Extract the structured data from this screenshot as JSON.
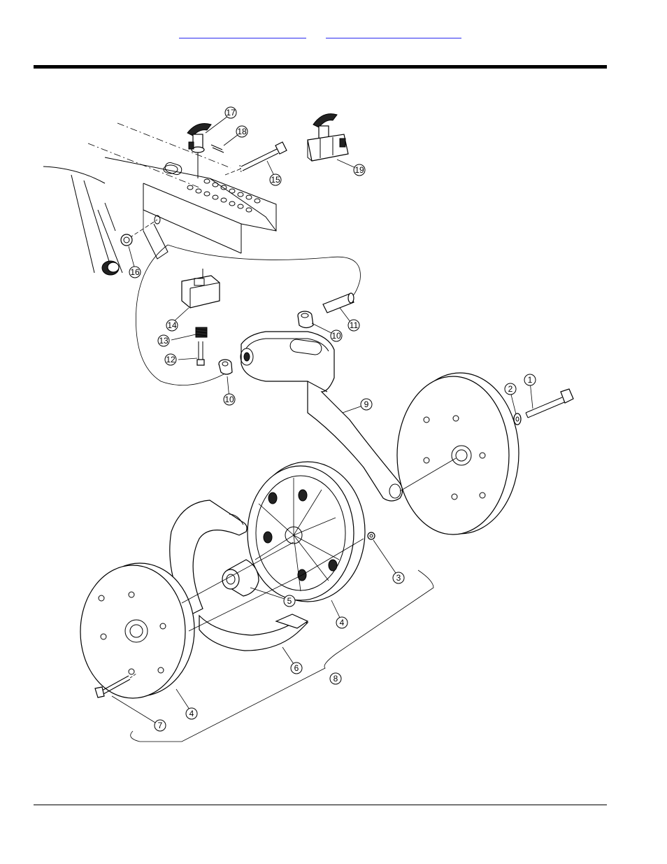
{
  "header": {
    "link_a": "",
    "link_b": ""
  },
  "callouts": [
    {
      "id": "c1",
      "label": "1"
    },
    {
      "id": "c2",
      "label": "2"
    },
    {
      "id": "c3",
      "label": "3"
    },
    {
      "id": "c4a",
      "label": "4"
    },
    {
      "id": "c4b",
      "label": "4"
    },
    {
      "id": "c5",
      "label": "5"
    },
    {
      "id": "c6",
      "label": "6"
    },
    {
      "id": "c7",
      "label": "7"
    },
    {
      "id": "c8",
      "label": "8"
    },
    {
      "id": "c9",
      "label": "9"
    },
    {
      "id": "c10a",
      "label": "10"
    },
    {
      "id": "c10b",
      "label": "10"
    },
    {
      "id": "c11",
      "label": "11"
    },
    {
      "id": "c12",
      "label": "12"
    },
    {
      "id": "c13",
      "label": "13"
    },
    {
      "id": "c14",
      "label": "14"
    },
    {
      "id": "c15",
      "label": "15"
    },
    {
      "id": "c16",
      "label": "16"
    },
    {
      "id": "c17",
      "label": "17"
    },
    {
      "id": "c18",
      "label": "18"
    },
    {
      "id": "c19",
      "label": "19"
    }
  ],
  "colors": {
    "link": "#2a2af0",
    "ink": "#000000",
    "paper": "#ffffff"
  }
}
